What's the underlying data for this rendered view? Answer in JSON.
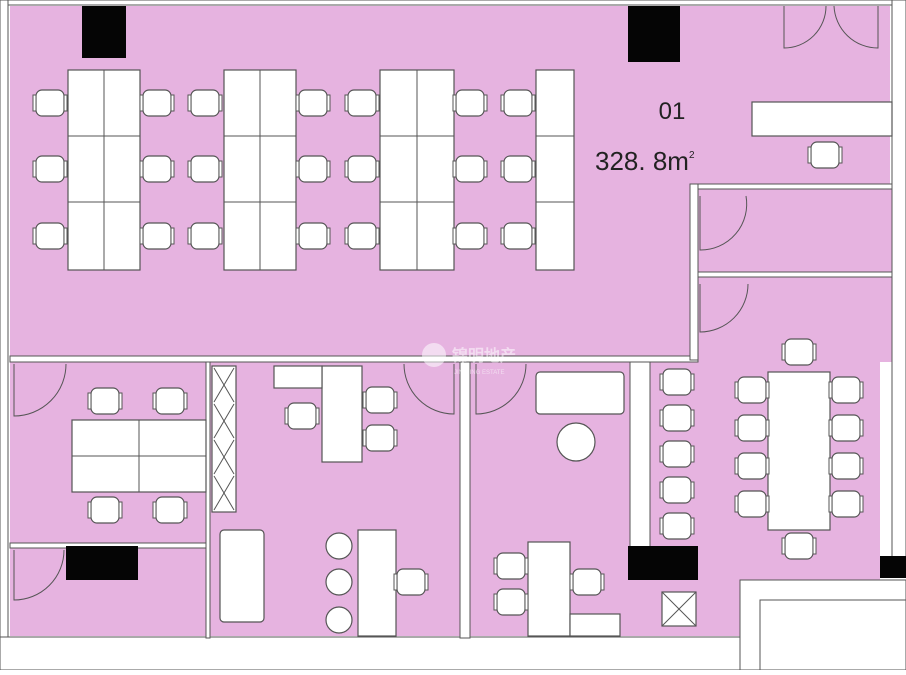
{
  "plan": {
    "room_number": "01",
    "area": "328. 8m",
    "area_unit_sup": "2",
    "watermark_text": "锦明地产",
    "watermark_sub": "JIN MING ESTATE"
  },
  "colors": {
    "floor": "#e6b3e0",
    "wall": "#ffffff",
    "line": "#555555",
    "column": "#050505",
    "furniture": "#ffffff"
  }
}
